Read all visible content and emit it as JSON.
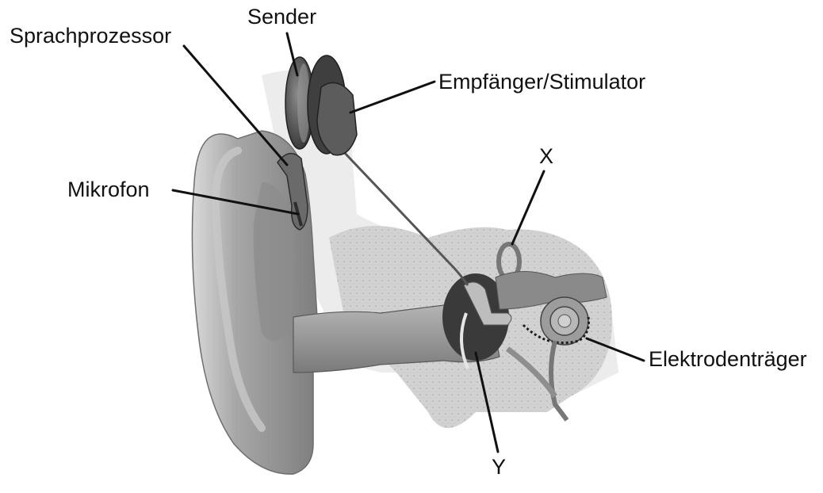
{
  "diagram": {
    "labels": {
      "sender": "Sender",
      "sprachprozessor": "Sprachprozessor",
      "empfaenger": "Empfänger/Stimulator",
      "mikrofon": "Mikrofon",
      "x": "X",
      "elektrodentraeger": "Elektrodenträger",
      "y": "Y"
    }
  },
  "colors": {
    "ink": "#111111",
    "bone": "#d6d6d6",
    "skin": "#9a9a9a",
    "device": "#4a4a4a"
  }
}
